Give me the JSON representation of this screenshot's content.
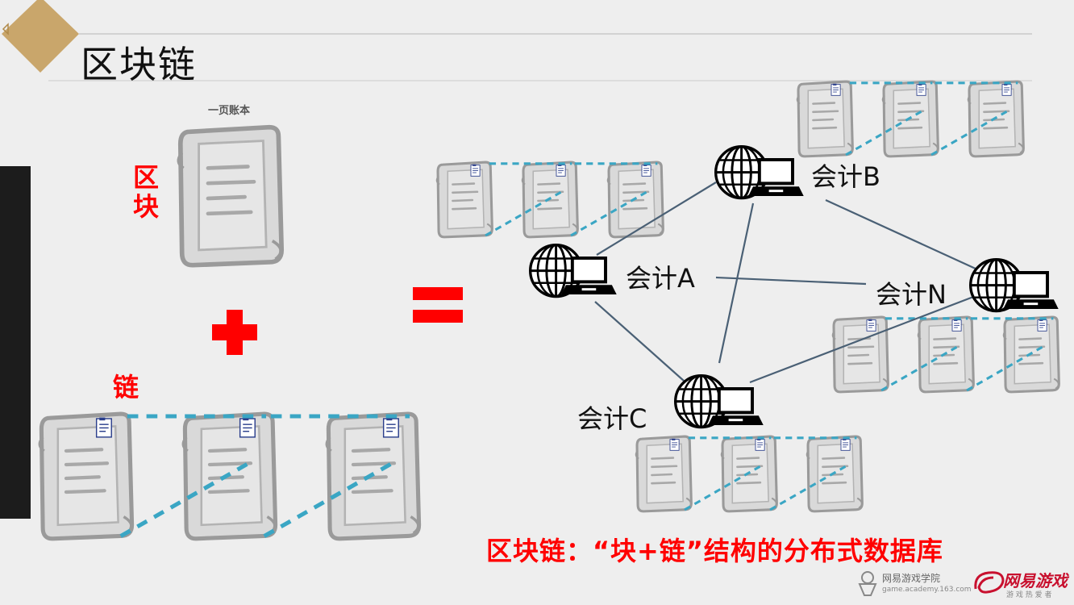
{
  "slide": {
    "title": "区块链",
    "page_caption": "一页账本",
    "block_label": "区\n块",
    "chain_label": "链",
    "summary": "区块链：“块+链”结构的分布式数据库"
  },
  "nodes": [
    {
      "id": "A",
      "label": "会计A"
    },
    {
      "id": "B",
      "label": "会计B"
    },
    {
      "id": "N",
      "label": "会计N"
    },
    {
      "id": "C",
      "label": "会计C"
    }
  ],
  "edges": [
    [
      "A",
      "B"
    ],
    [
      "A",
      "N"
    ],
    [
      "A",
      "C"
    ],
    [
      "B",
      "N"
    ],
    [
      "B",
      "C"
    ],
    [
      "C",
      "N"
    ]
  ],
  "footer": {
    "academy_name": "网易游戏学院",
    "academy_url": "game.academy.163.com",
    "brand_name": "网易游戏",
    "brand_sub": "游 戏 热 爱 者"
  },
  "colors": {
    "accent_red": "#ff0000",
    "dashed_link": "#3aa6c4",
    "network_line": "#4a6075",
    "gold": "#c9a66b",
    "dark_bar": "#1c1c1c"
  },
  "icons": [
    "ledger-page-icon",
    "globe-icon",
    "laptop-icon",
    "plus-icon",
    "equals-icon",
    "academy-logo-icon",
    "brand-logo-icon"
  ]
}
